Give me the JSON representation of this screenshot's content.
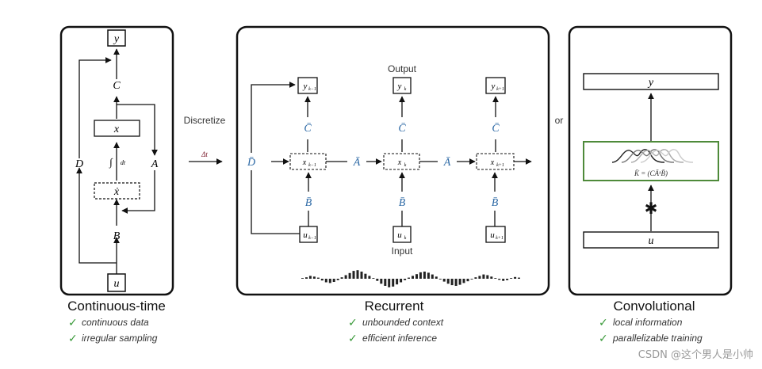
{
  "continuous": {
    "title": "Continuous-time",
    "y": "y",
    "C": "C",
    "x": "x",
    "integral": "∫",
    "dt": "dt",
    "xdot": "ẋ",
    "D": "D",
    "A": "A",
    "B": "B",
    "u": "u",
    "bullets": [
      "continuous data",
      "irregular sampling"
    ]
  },
  "discretize": {
    "label": "Discretize",
    "delta": "Δt"
  },
  "recurrent": {
    "title": "Recurrent",
    "output_label": "Output",
    "input_label": "Input",
    "Dbar": "D̄",
    "Abar": "Ā",
    "Bbar": "B̄",
    "Cbar": "C̄",
    "y_sym": "y",
    "x_sym": "x",
    "u_sym": "u",
    "sub_prev": "k−1",
    "sub_cur": "k",
    "sub_next": "k+1",
    "bullets": [
      "unbounded context",
      "efficient inference"
    ]
  },
  "or_label": "or",
  "convolutional": {
    "title": "Convolutional",
    "y": "y",
    "kernel_formula": "K̄ = (CĀᵏB̄)",
    "star": "✱",
    "u": "u",
    "bullets": [
      "local information",
      "parallelizable training"
    ]
  },
  "watermark": "CSDN @这个男人是小帅",
  "waveform": [
    0.05,
    0.1,
    0.2,
    0.15,
    0.08,
    -0.12,
    -0.25,
    -0.3,
    -0.22,
    -0.1,
    0.1,
    0.25,
    0.4,
    0.55,
    0.6,
    0.5,
    0.35,
    0.2,
    0.05,
    -0.15,
    -0.35,
    -0.5,
    -0.6,
    -0.55,
    -0.4,
    -0.25,
    -0.1,
    0.08,
    0.2,
    0.32,
    0.45,
    0.5,
    0.42,
    0.3,
    0.15,
    -0.05,
    -0.2,
    -0.35,
    -0.45,
    -0.5,
    -0.42,
    -0.3,
    -0.18,
    -0.05,
    0.1,
    0.2,
    0.3,
    0.25,
    0.15,
    0.05,
    -0.08,
    -0.15,
    -0.1,
    0.05,
    0.12,
    0.08
  ],
  "kernel_curves": [
    "#222222",
    "#777777",
    "#aaaaaa",
    "#cccccc"
  ],
  "colors": {
    "red_symbol": "#7a1a2a",
    "blue_symbol": "#2e6aa6",
    "green_border": "#4e8a3a",
    "check_green": "#3a9a3a"
  }
}
